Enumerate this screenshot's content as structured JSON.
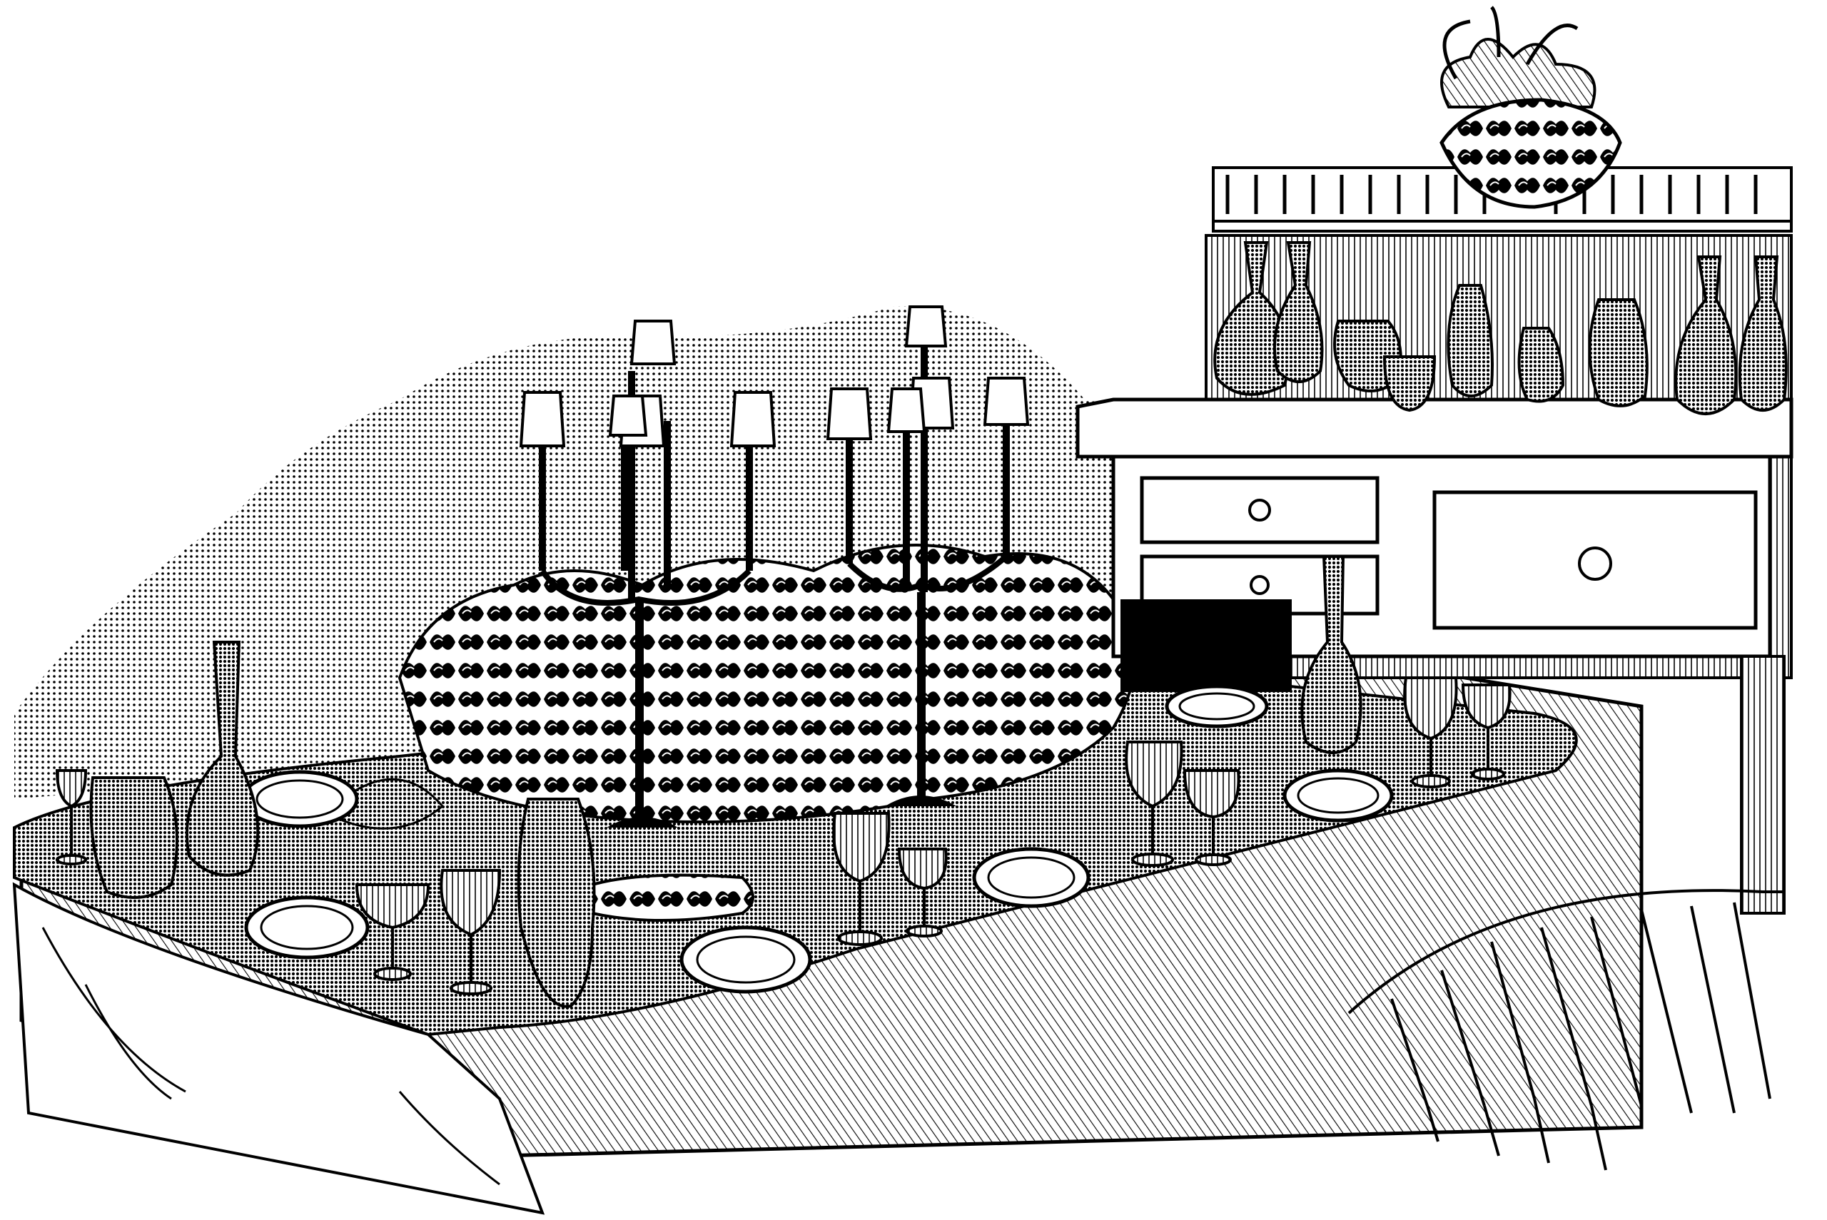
{
  "scene": {
    "style": "black-and-white engraving",
    "background_color": "#ffffff",
    "ink_color": "#000000",
    "subjects": [
      "dining-table-with-tablecloth",
      "floral-centerpiece",
      "two-candelabras-with-shaded-candles",
      "place-settings-with-plates",
      "stemmed-wine-glasses",
      "decanters-and-carafes",
      "sideboard-with-gallery-rail",
      "pineapple-in-bowl",
      "palm-fronds"
    ],
    "counts": {
      "candelabras": 2,
      "candles_per_candelabra": 5,
      "plates_visible": 8,
      "sideboard_drawers": 3
    }
  }
}
